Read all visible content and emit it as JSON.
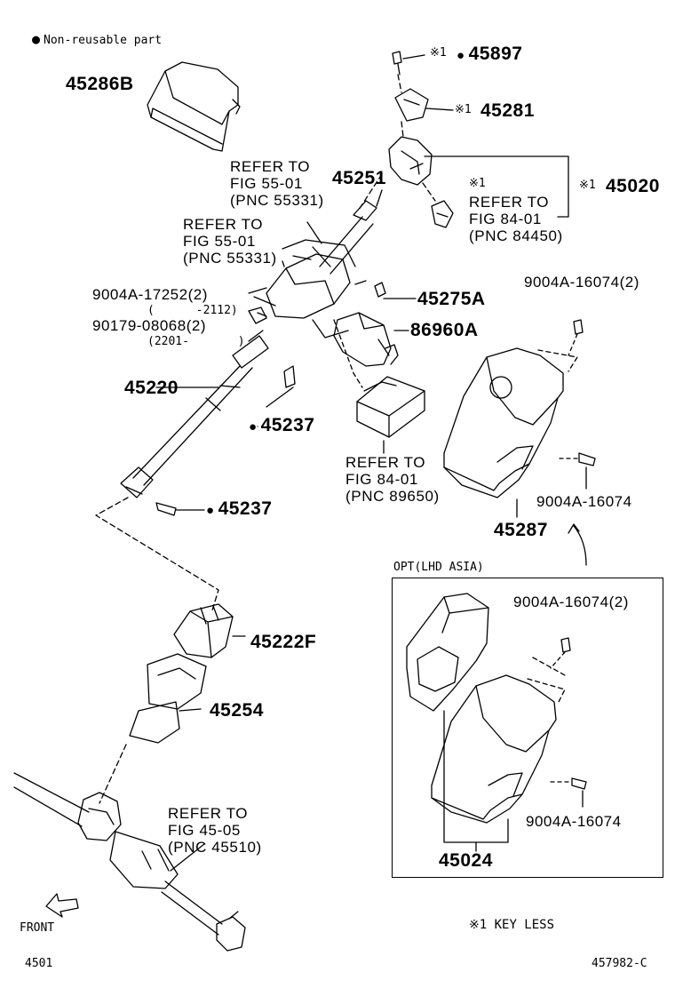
{
  "legend": {
    "text": "Non-reusable part"
  },
  "parts": {
    "p45286B": "45286B",
    "p45897": "45897",
    "p45281": "45281",
    "p45020": "45020",
    "p45251": "45251",
    "p45275A": "45275A",
    "p86960A": "86960A",
    "p9004A_17252": "9004A-17252(2)",
    "p9004A_17252_range": "(      -2112)",
    "p90179_08068": "90179-08068(2)",
    "p90179_08068_range": "(2201-       )",
    "p45220": "45220",
    "p45237_a": "45237",
    "p45237_b": "45237",
    "p45222F": "45222F",
    "p45254": "45254",
    "p9004A_16074_2_top": "9004A-16074(2)",
    "p9004A_16074_top": "9004A-16074",
    "p45287": "45287",
    "p9004A_16074_2_opt": "9004A-16074(2)",
    "p9004A_16074_opt": "9004A-16074",
    "p45024": "45024"
  },
  "marks": {
    "keyless_a": "※1",
    "keyless_b": "※1",
    "keyless_c": "※1",
    "keyless_d": "※1"
  },
  "refs": {
    "ref_fig55_a": "REFER TO\nFIG 55-01\n(PNC 55331)",
    "ref_fig55_b": "REFER TO\nFIG 55-01\n(PNC 55331)",
    "ref_fig84_a": "REFER TO\nFIG 84-01\n(PNC 84450)",
    "ref_fig84_b": "REFER TO\nFIG 84-01\n(PNC 89650)",
    "ref_fig45": "REFER TO\nFIG 45-05\n(PNC 45510)"
  },
  "option": {
    "label": "OPT(LHD ASIA)"
  },
  "footer": {
    "front_label": "FRONT",
    "note": "※1 KEY LESS",
    "left_code": "4501",
    "right_code": "457982-C"
  }
}
